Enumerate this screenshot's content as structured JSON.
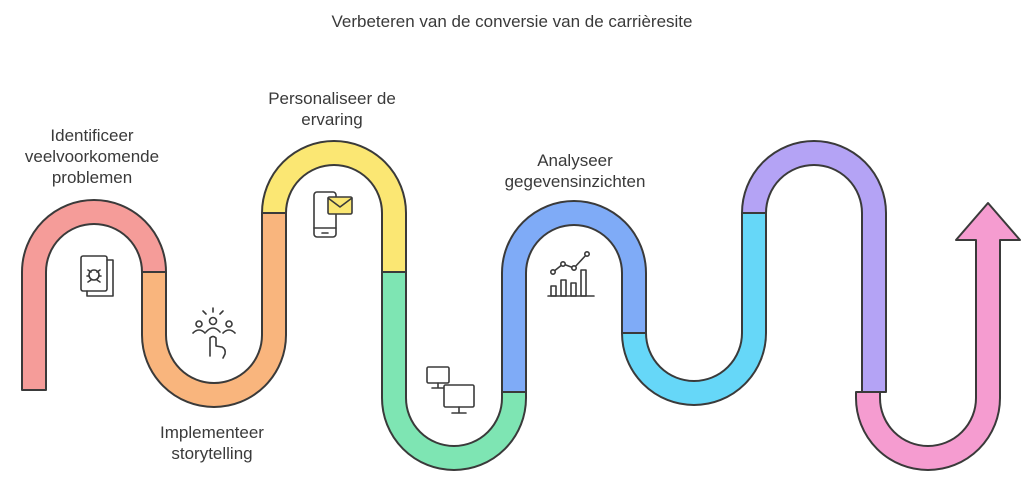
{
  "title": "Verbeteren van de conversie van de carrièresite",
  "steps": [
    {
      "label_lines": [
        "Identificeer",
        "veelvoorkomende",
        "problemen"
      ],
      "color": "#F59C99",
      "icon": "bug-document-icon"
    },
    {
      "label_lines": [
        "Implementeer",
        "storytelling"
      ],
      "color": "#F9B57D",
      "icon": "audience-tap-icon"
    },
    {
      "label_lines": [
        "Personaliseer de",
        "ervaring"
      ],
      "color": "#FBE773",
      "icon": "mobile-message-icon"
    },
    {
      "label_lines": [
        "Analyseer",
        "gegevensinzichten"
      ],
      "color": "#7FABF7",
      "icon": "analytics-chart-icon"
    }
  ],
  "extra_icon": "monitors-icon",
  "path_colors": {
    "red": "#F59C99",
    "orange": "#F9B57D",
    "yellow": "#FBE773",
    "green": "#7EE5B3",
    "blue": "#7FABF7",
    "cyan": "#66D7F8",
    "purple": "#B4A3F5",
    "pink": "#F59CD0"
  }
}
